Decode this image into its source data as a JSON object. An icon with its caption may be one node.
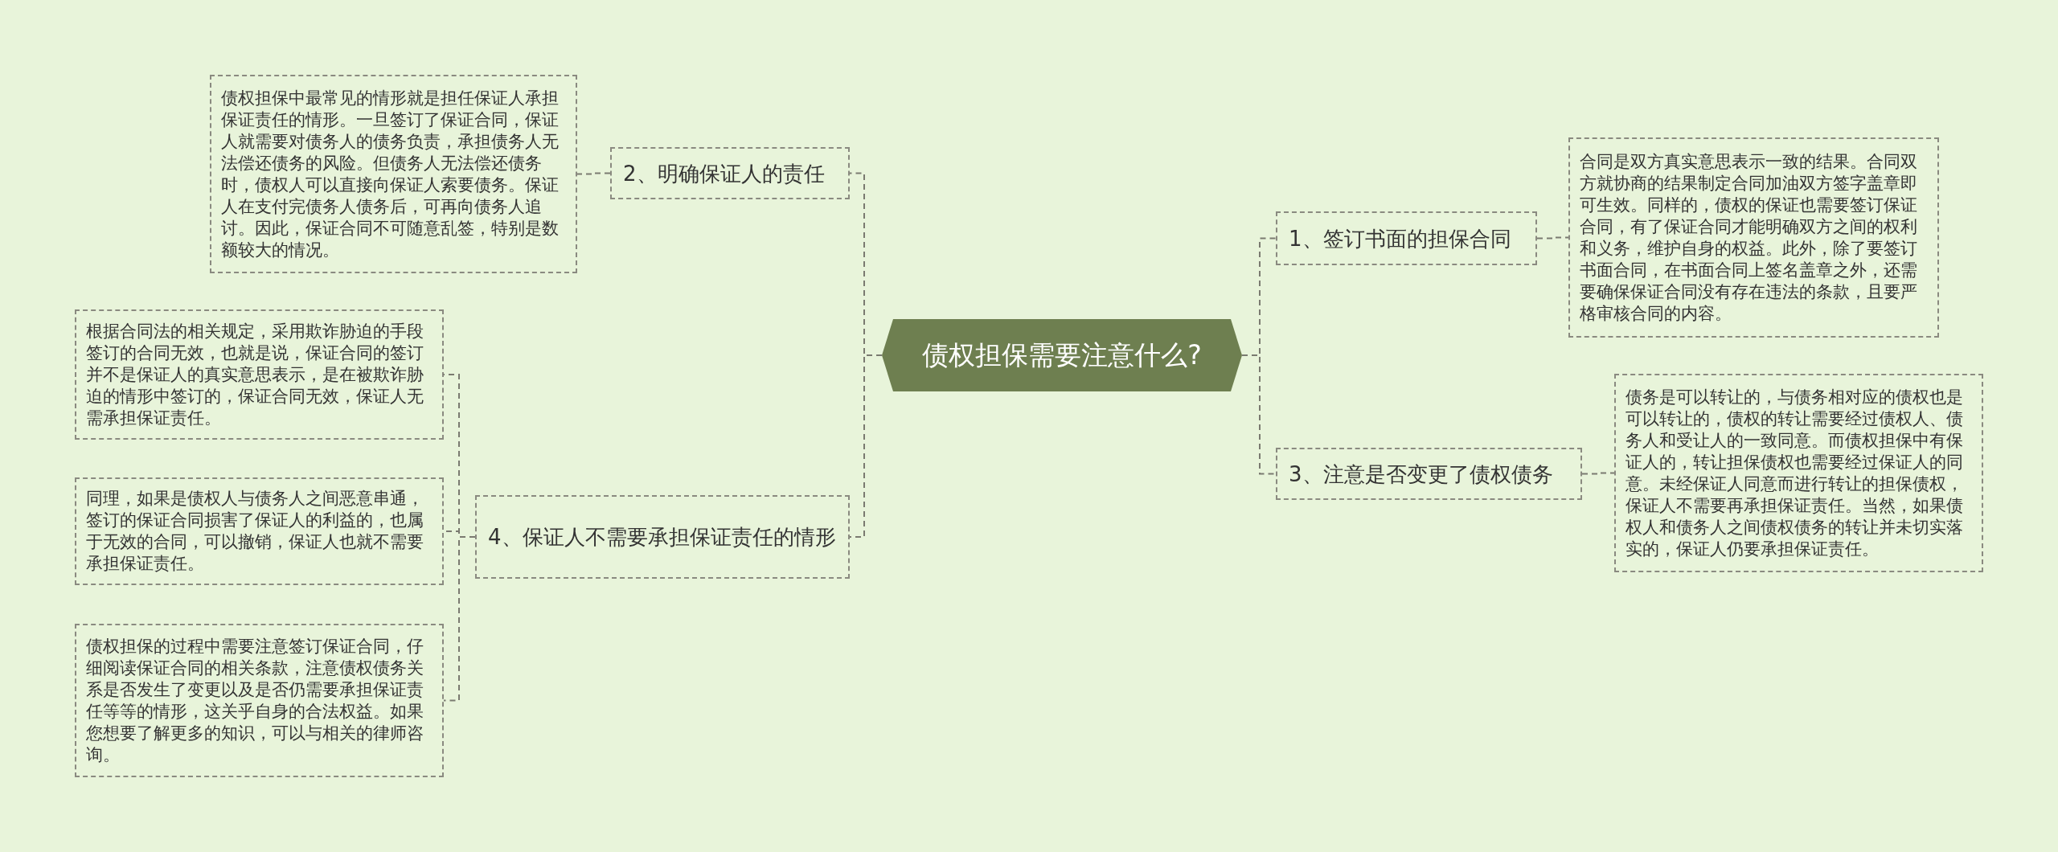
{
  "diagram": {
    "nodes": [
      {
        "text": [
          "债权担保需要注意什么?"
        ]
      },
      {
        "text": [
          "1、签订书面的担保合同"
        ]
      },
      {
        "text": [
          "合同是双方真实意思表示一致的结果。合同双方就协商的结果制定合同加油双方签字盖章即可生效。同样的，债权的保证也需要签订保证合同，有了保证合同才能明确双方之间的权利和义务，维护自身的权益。此外，除了要签订书面合同，在书面合同上签名盖章之外，还需要确保保证合同没有存在违法的条款，且要严格审核合同的内容。"
        ]
      },
      {
        "text": [
          "2、明确保证人的责任"
        ]
      },
      {
        "text": [
          "债权担保中最常见的情形就是担任保证人承担保证责任的情形。一旦签订了保证合同，保证人就需要对债务人的债务负责，承担债务人无法偿还债务的风险。但债务人无法偿还债务时，债权人可以直接向保证人索要债务。保证人在支付完债务人债务后，可再向债务人追讨。因此，保证合同不可随意乱签，特别是数额较大的情况。"
        ]
      },
      {
        "text": [
          "3、注意是否变更了债权债务"
        ]
      },
      {
        "text": [
          "债务是可以转让的，与债务相对应的债权也是可以转让的，债权的转让需要经过债权人、债务人和受让人的一致同意。而债权担保中有保证人的，转让担保债权也需要经过保证人的同意。未经保证人同意而进行转让的担保债权，保证人不需要再承担保证责任。当然，如果债权人和债务人之间债权债务的转让并未切实落实的，保证人仍要承担保证责任。"
        ]
      },
      {
        "text": [
          "4、保证人不需要承担保证责任的情形"
        ]
      },
      {
        "text": [
          "根据合同法的相关规定，采用欺诈胁迫的手段签订的合同无效，也就是说，保证合同的签订并不是保证人的真实意思表示，是在被欺诈胁迫的情形中签订的，保证合同无效，保证人无需承担保证责任。"
        ]
      },
      {
        "text": [
          "同理，如果是债权人与债务人之间恶意串通，签订的保证合同损害了保证人的利益的，也属于无效的合同，可以撤销，保证人也就不需要承担保证责任。"
        ]
      },
      {
        "text": [
          "债权担保的过程中需要注意签订保证合同，仔细阅读保证合同的相关条款，注意债权债务关系是否发生了变更以及是否仍需要承担保证责任等等的情形，这关乎自身的合法权益。如果您想要了解更多的知识，可以与相关的律师咨询。"
        ]
      }
    ],
    "edges": [
      {
        "from": 0,
        "to": 1,
        "arrow": "none",
        "style": "dashed"
      },
      {
        "from": 1,
        "to": 2,
        "arrow": "none",
        "style": "dashed"
      },
      {
        "from": 0,
        "to": 3,
        "arrow": "none",
        "style": "dashed"
      },
      {
        "from": 3,
        "to": 4,
        "arrow": "none",
        "style": "dashed"
      },
      {
        "from": 0,
        "to": 5,
        "arrow": "none",
        "style": "dashed"
      },
      {
        "from": 5,
        "to": 6,
        "arrow": "none",
        "style": "dashed"
      },
      {
        "from": 0,
        "to": 7,
        "arrow": "none",
        "style": "dashed"
      },
      {
        "from": 7,
        "to": 8,
        "arrow": "none",
        "style": "dashed"
      },
      {
        "from": 7,
        "to": 9,
        "arrow": "none",
        "style": "dashed"
      },
      {
        "from": 7,
        "to": 10,
        "arrow": "none",
        "style": "dashed"
      }
    ]
  }
}
